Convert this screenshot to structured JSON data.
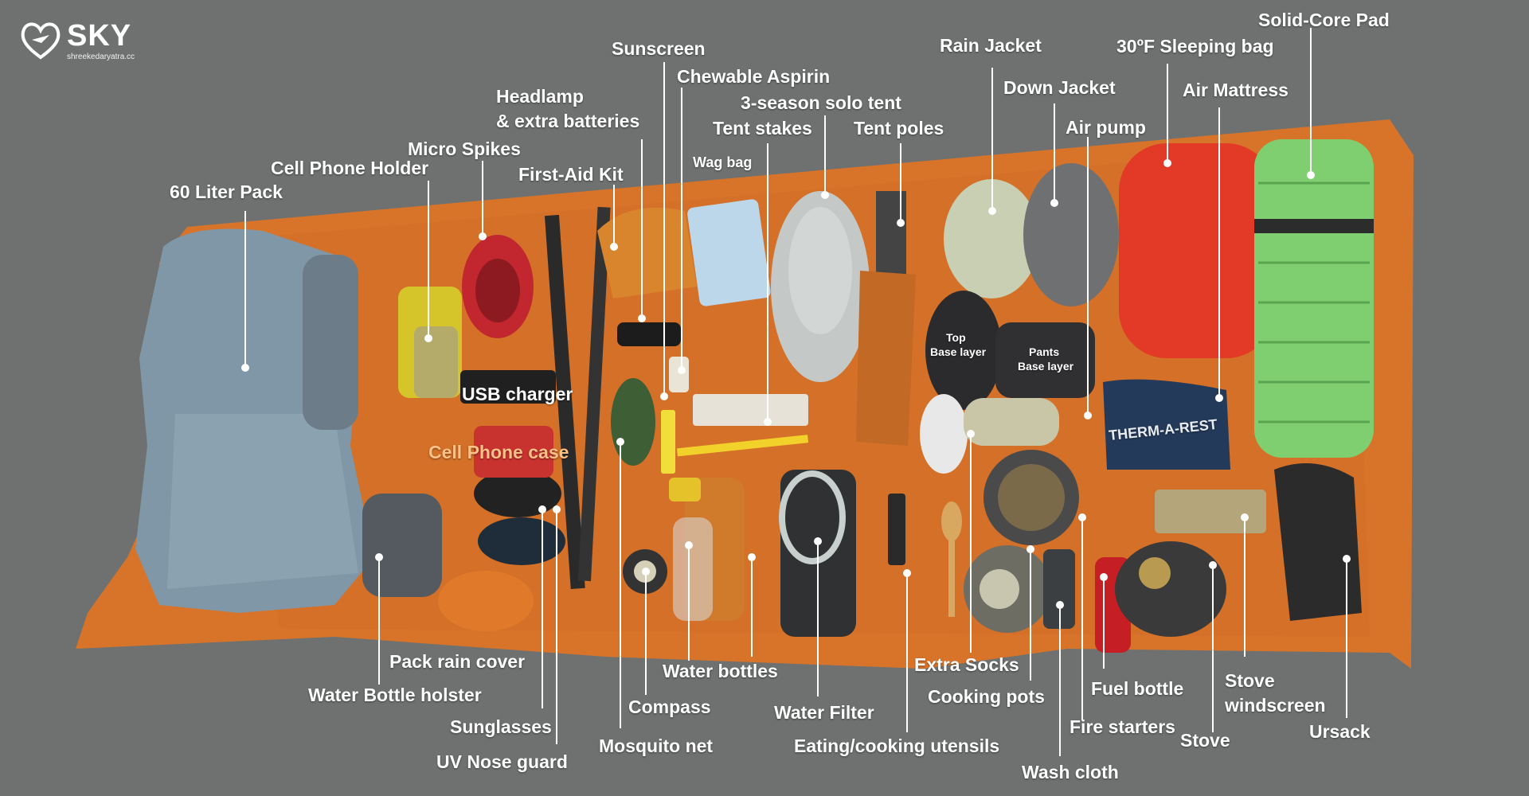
{
  "logo": {
    "name": "SKY",
    "site": "shreekedaryatra.cc"
  },
  "colors": {
    "background": "#6e7170",
    "ground_sheet": "#d8742a",
    "label_text": "#ffffff"
  },
  "labels": {
    "pack60": "60 Liter Pack",
    "cell_phone_holder": "Cell Phone Holder",
    "micro_spikes": "Micro Spikes",
    "headlamp_l1": "Headlamp",
    "headlamp_l2": "& extra batteries",
    "first_aid": "First-Aid Kit",
    "sunscreen": "Sunscreen",
    "aspirin": "Chewable Aspirin",
    "tent": "3-season solo tent",
    "tent_stakes": "Tent stakes",
    "tent_poles": "Tent poles",
    "wag_bag": "Wag bag",
    "rain_jacket": "Rain Jacket",
    "down_jacket": "Down Jacket",
    "air_pump": "Air pump",
    "sleeping_bag": "30ºF Sleeping bag",
    "air_mattress": "Air Mattress",
    "solid_pad": "Solid-Core Pad",
    "top_base_l1": "Top",
    "top_base_l2": "Base layer",
    "pants_base_l1": "Pants",
    "pants_base_l2": "Base layer",
    "usb_charger": "USB charger",
    "cell_case": "Cell Phone case",
    "pack_rain_cover": "Pack rain cover",
    "water_holster": "Water Bottle holster",
    "sunglasses": "Sunglasses",
    "uv_nose": "UV Nose guard",
    "mosquito_net": "Mosquito net",
    "compass": "Compass",
    "water_bottles": "Water bottles",
    "water_filter": "Water Filter",
    "utensils": "Eating/cooking utensils",
    "extra_socks": "Extra Socks",
    "cooking_pots": "Cooking pots",
    "wash_cloth": "Wash cloth",
    "fire_starters": "Fire starters",
    "fuel_bottle": "Fuel bottle",
    "stove": "Stove",
    "windscreen_l1": "Stove",
    "windscreen_l2": "windscreen",
    "ursack": "Ursack",
    "therm_brand": "THERM-A-REST"
  }
}
